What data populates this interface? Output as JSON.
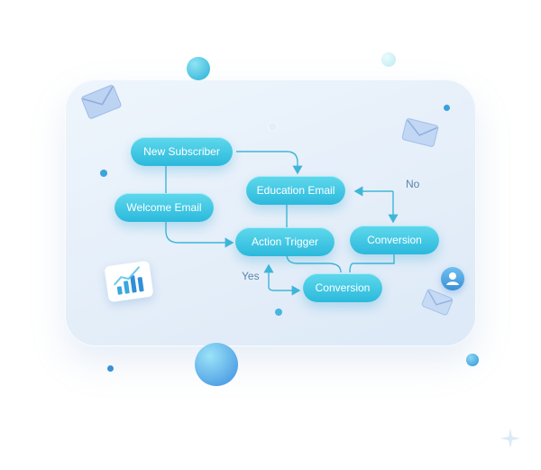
{
  "diagram": {
    "nodes": [
      {
        "id": "new-subscriber",
        "label": "New Subscriber"
      },
      {
        "id": "welcome-email",
        "label": "Welcome Email"
      },
      {
        "id": "education-email",
        "label": "Education Email"
      },
      {
        "id": "action-trigger",
        "label": "Action Trigger"
      },
      {
        "id": "conversion-right",
        "label": "Conversion"
      },
      {
        "id": "conversion-bottom",
        "label": "Conversion"
      }
    ],
    "edge_labels": {
      "no": "No",
      "yes": "Yes"
    }
  },
  "colors": {
    "node_top": "#5fd8ec",
    "node_bottom": "#2bb9dc",
    "wire": "#3fb6d8",
    "label": "#5a86a8"
  },
  "icons": [
    "envelope-icon",
    "bar-chart-icon",
    "user-icon",
    "sparkle-icon"
  ]
}
